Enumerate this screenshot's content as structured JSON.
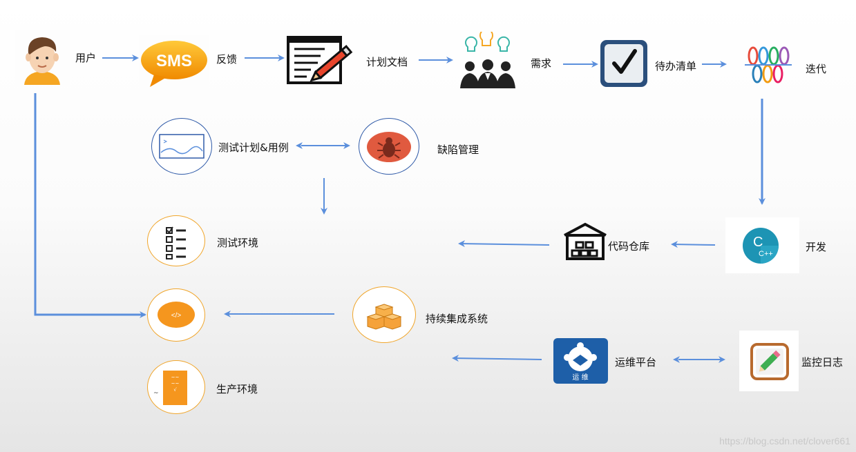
{
  "nodes": {
    "user": "用户",
    "feedback": "反馈",
    "plan_doc": "计划文档",
    "requirements": "需求",
    "backlog": "待办清单",
    "iteration": "迭代",
    "test_plan": "测试计划&用例",
    "defect_mgmt": "缺陷管理",
    "test_env": "测试环境",
    "code_repo": "代码仓库",
    "dev": "开发",
    "ci_system": "持续集成系统",
    "ops_platform": "运维平台",
    "monitoring": "监控日志",
    "prod_env": "生产环境"
  },
  "icon_text": {
    "sms": "SMS",
    "cpp_big": "C",
    "cpp_small": "C++",
    "code_tag": "</>",
    "ops_badge": "运 维",
    "prod_doc_line1": "~~",
    "prod_doc_line2": "~~",
    "prod_doc_line3": "√",
    "prod_tilde": "~"
  },
  "watermark": "https://blog.csdn.net/clover661",
  "colors": {
    "arrow": "#5b8fdc",
    "orange": "#f0a52a",
    "orange_fill": "#f5961e",
    "circle_blue": "#2f5aa8"
  }
}
